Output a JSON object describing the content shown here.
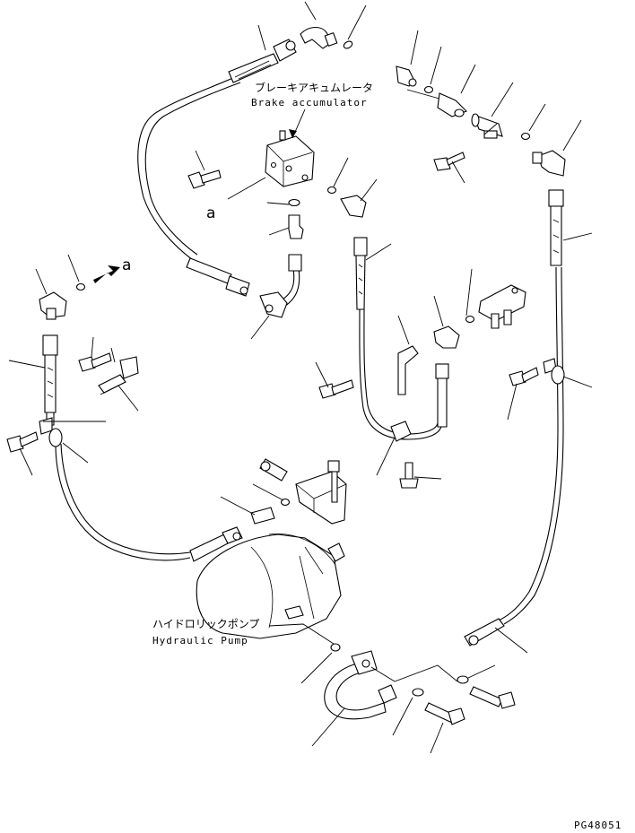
{
  "labels": {
    "brake_accumulator_jp": "ブレーキアキュムレータ",
    "brake_accumulator_en": "Brake accumulator",
    "hydraulic_pump_jp": "ハイドロリックポンプ",
    "hydraulic_pump_en": "Hydraulic Pump",
    "ref_a_left": "a",
    "ref_a_top": "a",
    "drawing_code": "PG48051"
  }
}
